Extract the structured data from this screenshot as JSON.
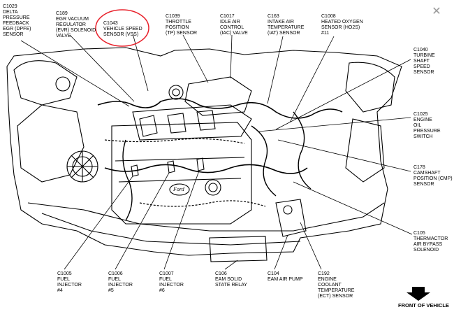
{
  "close_glyph": "✕",
  "front_of_vehicle": "FRONT OF VEHICLE",
  "highlight_color": "#e8202a",
  "labels": {
    "c1029": [
      "C1029",
      "DELTA",
      "PRESSURE",
      "FEEDBACK",
      "EGR (DPFE)",
      "SENSOR"
    ],
    "c189": [
      "C189",
      "EGR VACUUM",
      "REGULATOR",
      "(EVR) SOLENOID",
      "VALVE"
    ],
    "c1043": [
      "C1043",
      "VEHICLE SPEED",
      "SENSOR (VSS)"
    ],
    "c1039": [
      "C1039",
      "THROTTLE",
      "POSITION",
      "(TP) SENSOR"
    ],
    "c1017": [
      "C1017",
      "IDLE AIR",
      "CONTROL",
      "(IAC) VALVE"
    ],
    "c163": [
      "C163",
      "INTAKE AIR",
      "TEMPERATURE",
      "(IAT) SENSOR"
    ],
    "c1008": [
      "C1008",
      "HEATED OXYGEN",
      "SENSOR (HO2S)",
      "#11"
    ],
    "c1040": [
      "C1040",
      "TURBINE",
      "SHAFT",
      "SPEED",
      "SENSOR"
    ],
    "c1025": [
      "C1025",
      "ENGINE",
      "OIL",
      "PRESSURE",
      "SWITCH"
    ],
    "c178": [
      "C178",
      "CAMSHAFT",
      "POSITION (CMP)",
      "SENSOR"
    ],
    "c105": [
      "C105",
      "THERMACTOR",
      "AIR BYPASS",
      "SOLENOID"
    ],
    "c1005": [
      "C1005",
      "FUEL",
      "INJECTOR",
      "#4"
    ],
    "c1006": [
      "C1006",
      "FUEL",
      "INJECTOR",
      "#5"
    ],
    "c1007": [
      "C1007",
      "FUEL",
      "INJECTOR",
      "#6"
    ],
    "c106": [
      "C106",
      "EAM SOLID",
      "STATE RELAY"
    ],
    "c104": [
      "C104",
      "EAM AIR PUMP"
    ],
    "c192": [
      "C192",
      "ENGINE",
      "COOLANT",
      "TEMPERATURE",
      "(ECT) SENSOR"
    ]
  },
  "engine_logo": "Ford"
}
